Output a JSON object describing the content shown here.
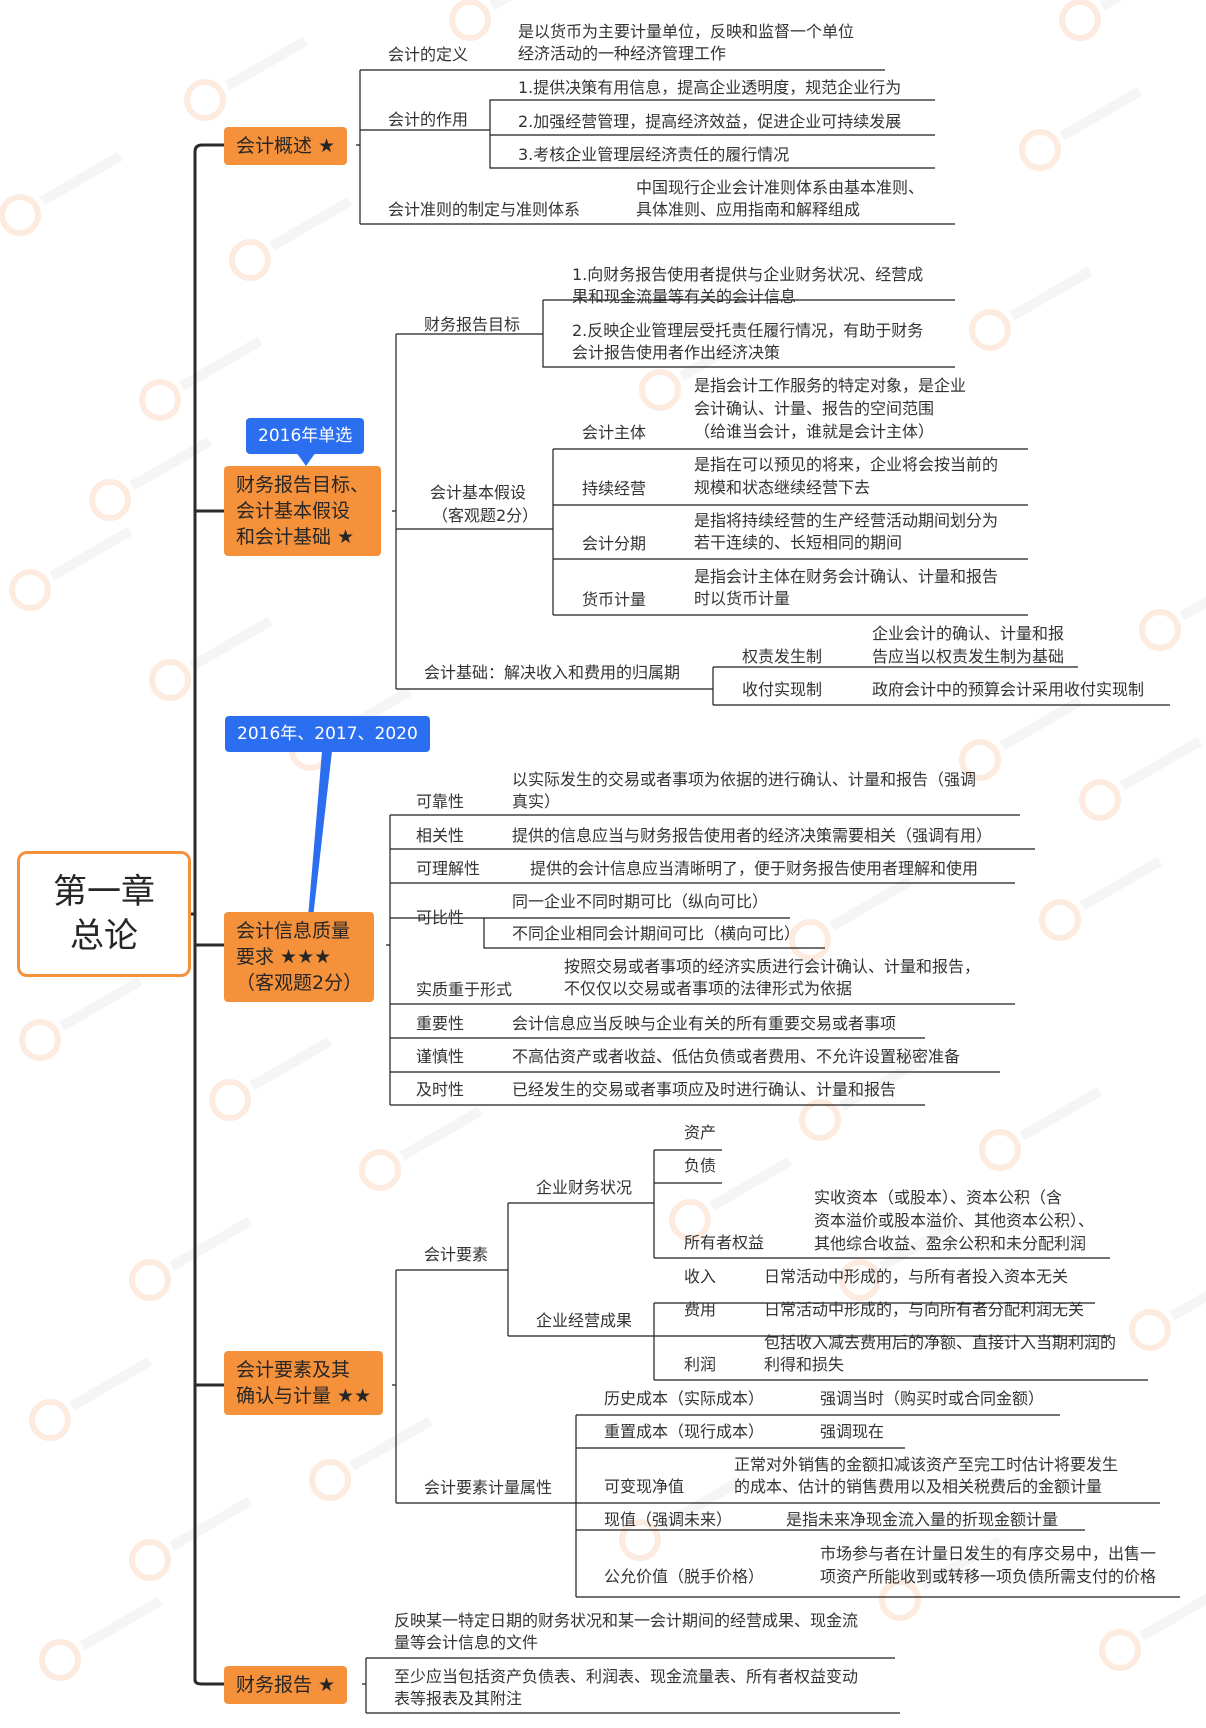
{
  "root": {
    "line1": "第一章",
    "line2": "总论"
  },
  "tags": {
    "t1": "2016年单选",
    "t2": "2016年、2017、2020"
  },
  "s1": {
    "title": "会计概述 ★",
    "def_label": "会计的定义",
    "def_text": [
      "是以货币为主要计量单位，反映和监督一个单位",
      "经济活动的一种经济管理工作"
    ],
    "role_label": "会计的作用",
    "roles": [
      "1.提供决策有用信息，提高企业透明度，规范企业行为",
      "2.加强经营管理，提高经济效益，促进企业可持续发展",
      "3.考核企业管理层经济责任的履行情况"
    ],
    "std_label": "会计准则的制定与准则体系",
    "std_text": [
      "中国现行企业会计准则体系由基本准则、",
      "具体准则、应用指南和解释组成"
    ]
  },
  "s2": {
    "title": [
      "财务报告目标、",
      "会计基本假设",
      "和会计基础 ★"
    ],
    "obj_label": "财务报告目标",
    "obj1": [
      "1.向财务报告使用者提供与企业财务状况、经营成",
      "果和现金流量等有关的会计信息"
    ],
    "obj2": [
      "2.反映企业管理层受托责任履行情况，有助于财务",
      "会计报告使用者作出经济决策"
    ],
    "assume_label": [
      "会计基本假设",
      "（客观题2分）"
    ],
    "entity_label": "会计主体",
    "entity_text": [
      "是指会计工作服务的特定对象，是企业",
      "会计确认、计量、报告的空间范围",
      "（给谁当会计，谁就是会计主体）"
    ],
    "going_label": "持续经营",
    "going_text": [
      "是指在可以预见的将来，企业将会按当前的",
      "规模和状态继续经营下去"
    ],
    "period_label": "会计分期",
    "period_text": [
      "是指将持续经营的生产经营活动期间划分为",
      "若干连续的、长短相同的期间"
    ],
    "money_label": "货币计量",
    "money_text": [
      "是指会计主体在财务会计确认、计量和报告",
      "时以货币计量"
    ],
    "basis_label": "会计基础：解决收入和费用的归属期",
    "accrual_label": "权责发生制",
    "accrual_text": [
      "企业会计的确认、计量和报",
      "告应当以权责发生制为基础"
    ],
    "cash_label": "收付实现制",
    "cash_text": "政府会计中的预算会计采用收付实现制"
  },
  "s3": {
    "title": [
      "会计信息质量",
      "要求 ★★★",
      "（客观题2分）"
    ],
    "rel_label": "可靠性",
    "rel_text": [
      "以实际发生的交易或者事项为依据的进行确认、计量和报告（强调",
      "真实）"
    ],
    "relev_label": "相关性",
    "relev_text": "提供的信息应当与财务报告使用者的经济决策需要相关（强调有用）",
    "under_label": "可理解性",
    "under_text": "提供的会计信息应当清晰明了，便于财务报告使用者理解和使用",
    "comp_label": "可比性",
    "comp1": "同一企业不同时期可比（纵向可比）",
    "comp2": "不同企业相同会计期间可比（横向可比）",
    "sub_label": "实质重于形式",
    "sub_text": [
      "按照交易或者事项的经济实质进行会计确认、计量和报告，",
      "不仅仅以交易或者事项的法律形式为依据"
    ],
    "mat_label": "重要性",
    "mat_text": "会计信息应当反映与企业有关的所有重要交易或者事项",
    "prud_label": "谨慎性",
    "prud_text": "不高估资产或者收益、低估负债或者费用、不允许设置秘密准备",
    "time_label": "及时性",
    "time_text": "已经发生的交易或者事项应及时进行确认、计量和报告"
  },
  "s4": {
    "title": [
      "会计要素及其",
      "确认与计量 ★★"
    ],
    "elem_label": "会计要素",
    "fin_label": "企业财务状况",
    "asset": "资产",
    "liab": "负债",
    "equity_label": "所有者权益",
    "equity_text": [
      "实收资本（或股本）、资本公积（含",
      "资本溢价或股本溢价、其他资本公积）、",
      "其他综合收益、盈余公积和未分配利润"
    ],
    "perf_label": "企业经营成果",
    "rev_label": "收入",
    "rev_text": "日常活动中形成的，与所有者投入资本无关",
    "exp_label": "费用",
    "exp_text": "日常活动中形成的，与向所有者分配利润无关",
    "prof_label": "利润",
    "prof_text": [
      "包括收入减去费用后的净额、直接计入当期利润的",
      "利得和损失"
    ],
    "meas_label": "会计要素计量属性",
    "hist_label": "历史成本（实际成本）",
    "hist_text": "强调当时（购买时或合同金额）",
    "repl_label": "重置成本（现行成本）",
    "repl_text": "强调现在",
    "nrv_label": "可变现净值",
    "nrv_text": [
      "正常对外销售的金额扣减该资产至完工时估计将要发生",
      "的成本、估计的销售费用以及相关税费后的金额计量"
    ],
    "pv_label": "现值（强调未来）",
    "pv_text": "是指未来净现金流入量的折现金额计量",
    "fv_label": "公允价值（脱手价格）",
    "fv_text": [
      "市场参与者在计量日发生的有序交易中，出售一",
      "项资产所能收到或转移一项负债所需支付的价格"
    ]
  },
  "s5": {
    "title": "财务报告 ★",
    "text1": [
      "反映某一特定日期的财务状况和某一会计期间的经营成果、现金流",
      "量等会计信息的文件"
    ],
    "text2": [
      "至少应当包括资产负债表、利润表、现金流量表、所有者权益变动",
      "表等报表及其附注"
    ]
  },
  "colors": {
    "node": "#f5913b",
    "tag": "#2b6ff0",
    "line": "#1f1f1f"
  }
}
